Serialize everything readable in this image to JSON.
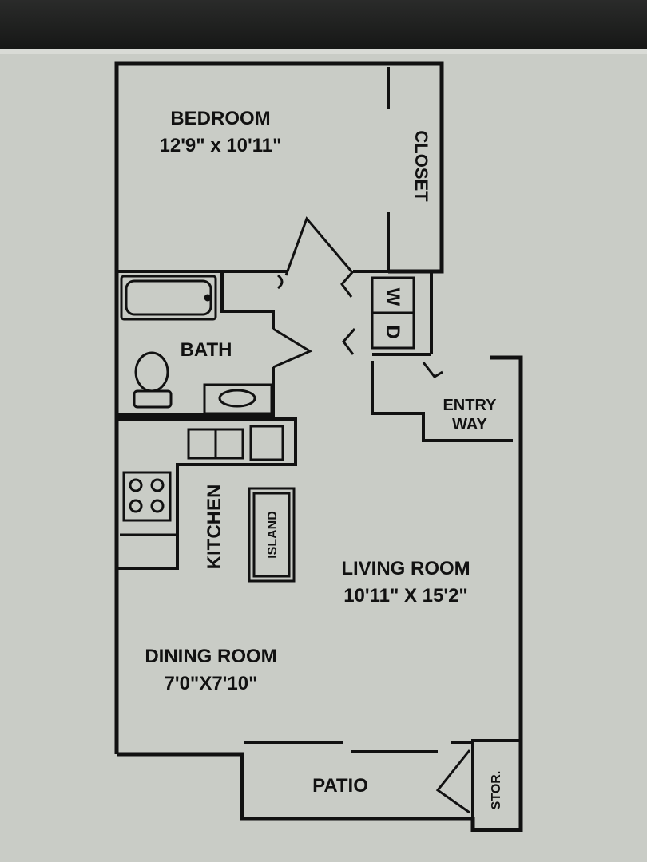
{
  "rooms": {
    "bedroom": {
      "name": "BEDROOM",
      "size": "12'9\" x 10'11\""
    },
    "closet": "CLOSET",
    "washer": "W",
    "dryer": "D",
    "bath": "BATH",
    "entry": {
      "line1": "ENTRY",
      "line2": "WAY"
    },
    "kitchen": "KITCHEN",
    "island": "ISLAND",
    "living": {
      "name": "LIVING ROOM",
      "size": "10'11\" X 15'2\""
    },
    "dining": {
      "name": "DINING ROOM",
      "size": "7'0\"X7'10\""
    },
    "patio": "PATIO",
    "storage": "STOR."
  },
  "colors": {
    "paper": "#c9ccc6",
    "wall": "#111111",
    "band": "#1e1f1e"
  }
}
